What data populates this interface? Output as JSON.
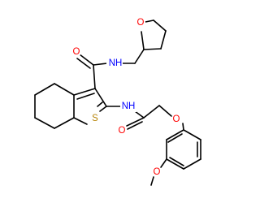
{
  "molecule": {
    "atoms": [
      {
        "id": "O_thf",
        "element": "O",
        "label": "O",
        "color": "#ff0000"
      },
      {
        "id": "O_carbonyl1",
        "element": "O",
        "label": "O",
        "color": "#ff0000"
      },
      {
        "id": "N_amide1",
        "element": "N",
        "label": "NH",
        "color": "#0000ff"
      },
      {
        "id": "N_amide2",
        "element": "N",
        "label": "NH",
        "color": "#0000ff"
      },
      {
        "id": "S_thiophene",
        "element": "S",
        "label": "S",
        "color": "#b8860b"
      },
      {
        "id": "O_carbonyl2",
        "element": "O",
        "label": "O",
        "color": "#ff0000"
      },
      {
        "id": "O_ether",
        "element": "O",
        "label": "O",
        "color": "#ff0000"
      },
      {
        "id": "O_methoxy",
        "element": "O",
        "label": "O",
        "color": "#ff0000"
      }
    ],
    "bond_color": "#000000"
  }
}
